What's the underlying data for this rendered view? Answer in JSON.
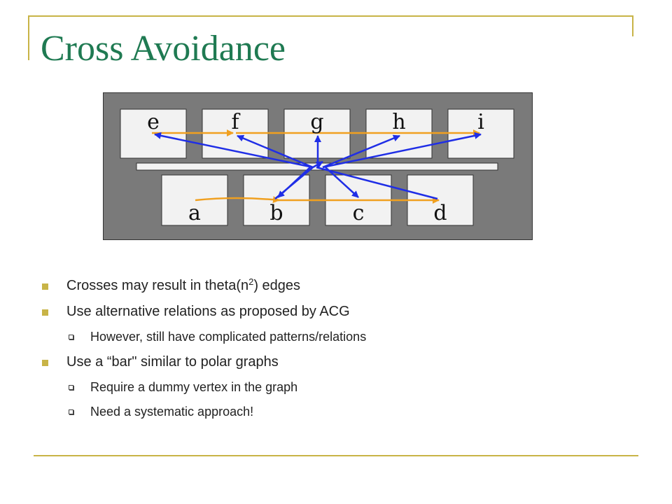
{
  "slide": {
    "title": "Cross Avoidance"
  },
  "figure": {
    "top_row": [
      "e",
      "f",
      "g",
      "h",
      "i"
    ],
    "bottom_row": [
      "a",
      "b",
      "c",
      "d"
    ],
    "colors": {
      "background": "#7a7a7a",
      "box": "#f2f2f2",
      "blue_edge": "#1f2ee6",
      "orange_edge": "#f0a020"
    }
  },
  "bullets": [
    {
      "text_before": "Crosses may result in theta(n",
      "sup": "2",
      "text_after": ") edges",
      "subs": []
    },
    {
      "text": "Use alternative relations as proposed by ACG",
      "subs": [
        "However, still have complicated patterns/relations"
      ]
    },
    {
      "text": "Use a “bar\" similar to polar graphs",
      "subs": [
        "Require a dummy vertex in the graph",
        "Need a systematic approach!"
      ]
    }
  ],
  "colors": {
    "accent": "#c8b447",
    "title": "#1f7a52"
  }
}
